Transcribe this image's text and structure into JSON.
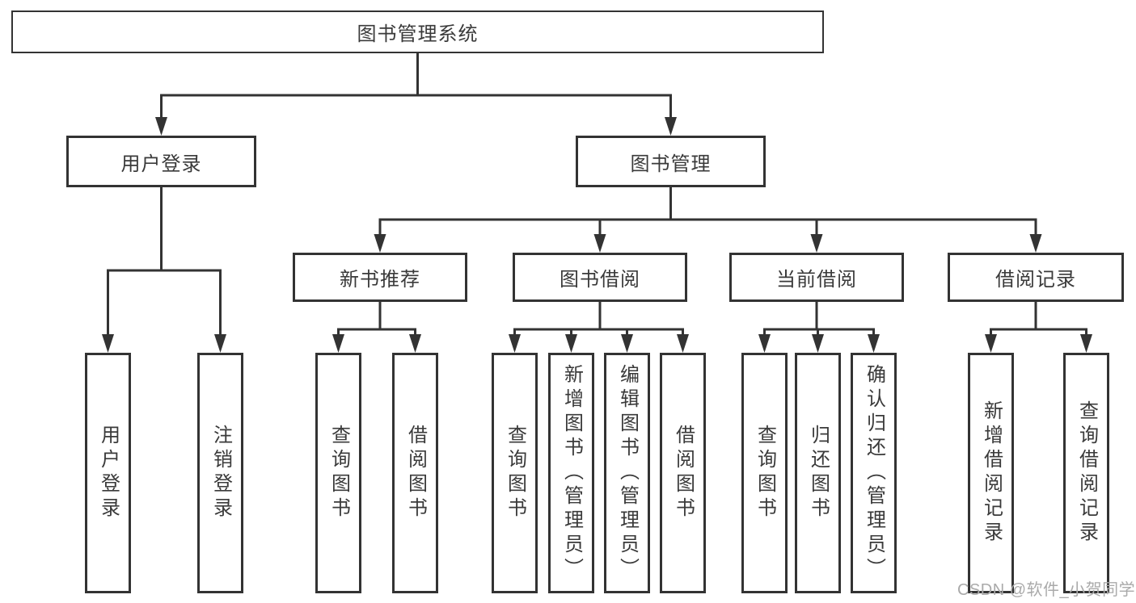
{
  "tree": {
    "root": {
      "label": "图书管理系统"
    },
    "level2": [
      {
        "label": "用户登录"
      },
      {
        "label": "图书管理"
      }
    ],
    "level3": [
      {
        "label": "新书推荐"
      },
      {
        "label": "图书借阅"
      },
      {
        "label": "当前借阅"
      },
      {
        "label": "借阅记录"
      }
    ],
    "leaves": {
      "user_login": [
        "用户登录",
        "注销登录"
      ],
      "new_book_recommend": [
        "查询图书",
        "借阅图书"
      ],
      "book_borrow": [
        "查询图书",
        "新增图书（管理员）",
        "编辑图书（管理员）",
        "借阅图书"
      ],
      "current_borrow": [
        "查询图书",
        "归还图书",
        "确认归还（管理员）"
      ],
      "borrow_records": [
        "新增借阅记录",
        "查询借阅记录"
      ]
    }
  },
  "watermark": {
    "text": "CSDN @软件_小贺同学"
  },
  "colors": {
    "line": "#333333",
    "text": "#3a3a3a",
    "box_fill": "#ffffff",
    "watermark": "#aaaaaa",
    "background": "#ffffff"
  }
}
